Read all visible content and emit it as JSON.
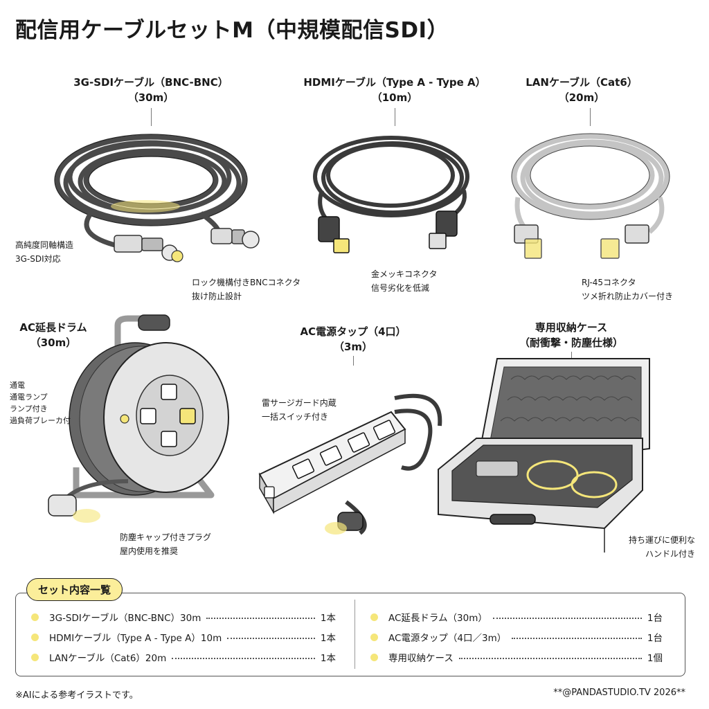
{
  "title": "配信用ケーブルセットM（中規模配信SDI）",
  "products": {
    "sdi": {
      "name": "3G-SDIケーブル（BNC-BNC）",
      "spec": "（30m）",
      "note_a1": "高純度同軸構造",
      "note_a2": "3G-SDI対応",
      "note_b1": "ロック機構付きBNCコネクタ",
      "note_b2": "抜け防止設計"
    },
    "hdmi": {
      "name": "HDMIケーブル（Type A - Type A）",
      "spec": "（10m）",
      "note_1": "金メッキコネクタ",
      "note_2": "信号劣化を低減"
    },
    "lan": {
      "name": "LANケーブル（Cat6）",
      "spec": "（20m）",
      "note_1": "RJ-45コネクタ",
      "note_2": "ツメ折れ防止カバー付き"
    },
    "drum": {
      "name": "AC延長ドラム",
      "spec": "（30m）",
      "note_a1": "通電",
      "note_a2": "通電ランプ",
      "note_a3": "ランプ付き",
      "note_a4": "過負荷ブレーカ付",
      "note_b1": "防塵キャップ付きプラグ",
      "note_b2": "屋内使用を推奨"
    },
    "strip": {
      "name": "AC電源タップ（4口）",
      "spec": "（3m）",
      "note_1": "雷サージガード内蔵",
      "note_2": "一括スイッチ付き"
    },
    "case": {
      "name": "専用収納ケース",
      "spec": "（耐衝撃・防塵仕様）",
      "note_1": "持ち運びに便利な",
      "note_2": "ハンドル付き"
    }
  },
  "summary": {
    "heading": "セット内容一覧",
    "left": [
      {
        "name": "3G-SDIケーブル（BNC-BNC）30m",
        "qty": "1本"
      },
      {
        "name": "HDMIケーブル（Type A - Type A）10m",
        "qty": "1本"
      },
      {
        "name": "LANケーブル（Cat6）20m",
        "qty": "1本"
      }
    ],
    "right": [
      {
        "name": "AC延長ドラム（30m）",
        "qty": "1台"
      },
      {
        "name": "AC電源タップ（4口／3m）",
        "qty": "1台"
      },
      {
        "name": "専用収納ケース",
        "qty": "1個"
      }
    ]
  },
  "footer": {
    "disclaimer": "※AIによる参考イラストです。",
    "credit": "**@PANDASTUDIO.TV 2026**"
  },
  "colors": {
    "highlight": "#f5e67a",
    "cable_dark": "#555555",
    "cable_light": "#d9d9d9"
  }
}
